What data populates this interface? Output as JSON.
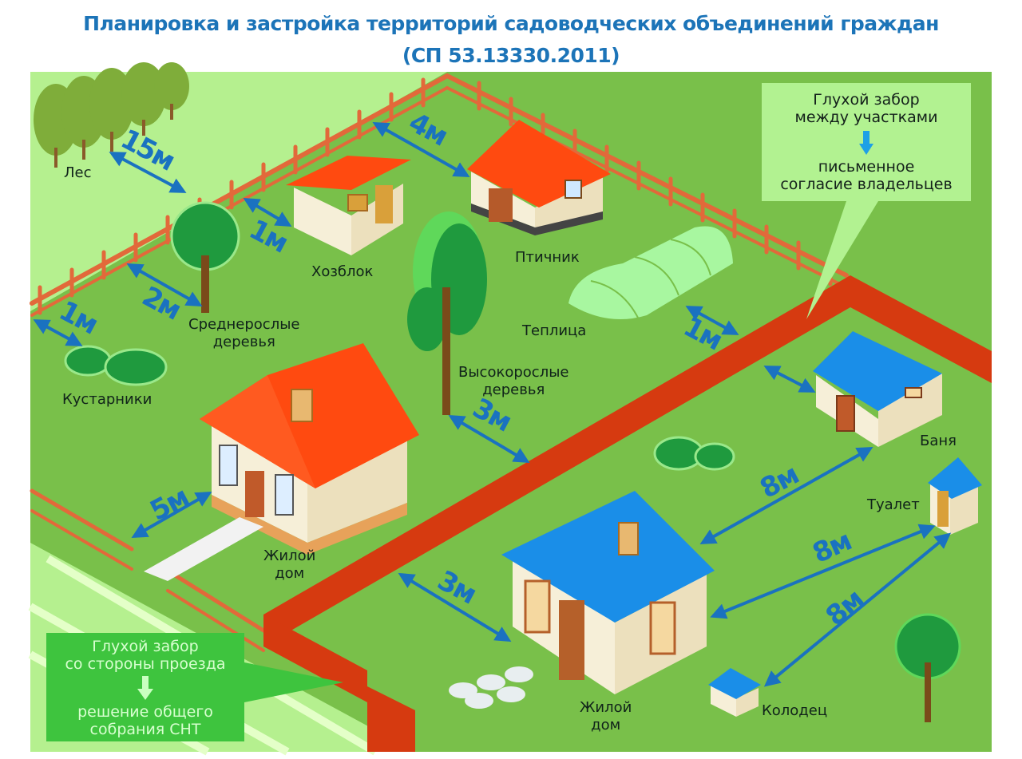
{
  "title": {
    "line1": "Планировка и застройка территорий садоводческих объединений граждан",
    "line2": "(СП 53.13330.2011)"
  },
  "colors": {
    "title": "#1c74b8",
    "grass_light": "#b5f08f",
    "grass": "#79c04a",
    "fence_picket": "#e2693a",
    "fence_solid": "#d63a10",
    "roof_red": "#ff4a10",
    "roof_blue": "#1a8ee8",
    "wall": "#f6efd8",
    "distance_arrow": "#1a72c0",
    "note_light": "#b2f291",
    "note_dark": "#3ec43e",
    "greenhouse": "#a8f7a0"
  },
  "objects": {
    "forest": "Лес",
    "shed": "Хозблок",
    "poultry": "Птичник",
    "medium_trees": [
      "Среднерослые",
      "деревья"
    ],
    "tall_trees": [
      "Высокорослые",
      "деревья"
    ],
    "greenhouse": "Теплица",
    "shrubs": "Кустарники",
    "house1": [
      "Жилой",
      "дом"
    ],
    "house2": [
      "Жилой",
      "дом"
    ],
    "bathhouse": "Баня",
    "toilet": "Туалет",
    "well": "Колодец"
  },
  "distances": {
    "forest_to_fence": "15м",
    "shed_to_fence": "1м",
    "poultry_to_fence": "4м",
    "medium_trees_to_fence": "2м",
    "shrubs_to_fence": "1м",
    "tall_trees_to_fence": "3м",
    "greenhouse_to_fence": "1м",
    "house1_to_street": "5м",
    "house2_to_fence": "3м",
    "bath_to_house": "8м",
    "toilet_to_house": "8м",
    "toilet_to_well": "8м"
  },
  "notes": {
    "neighbor_fence": {
      "line1": "Глухой забор",
      "line2": "между участками",
      "line3": "письменное",
      "line4": "согласие владельцев"
    },
    "street_fence": {
      "line1": "Глухой забор",
      "line2": "со стороны проезда",
      "line3": "решение общего",
      "line4": "собрания СНТ"
    }
  }
}
